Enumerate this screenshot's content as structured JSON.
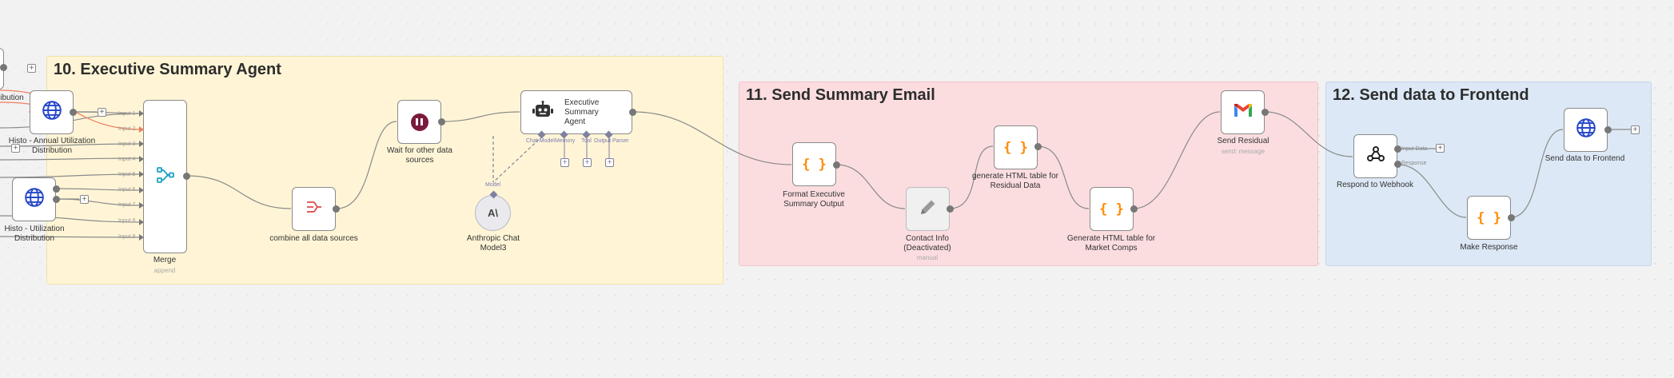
{
  "colors": {
    "sticky_yellow": "#fff5d6",
    "sticky_red": "#fbdde0",
    "sticky_blue": "#dce8f5",
    "wire": "#8a8a8a",
    "wire_red": "#ee7d5f",
    "port": "#777777",
    "code_orange": "#ff8a00",
    "wait_maroon": "#7a1a3c",
    "merge_cyan": "#1aa2c4",
    "http_blue": "#2647c9"
  },
  "stickies": {
    "exec": "10. Executive Summary Agent",
    "email": "11. Send Summary Email",
    "frontend": "12. Send data to Frontend"
  },
  "nodes": {
    "partial_top": "ibution",
    "annual_util": "Histo - Annual Utilization Distribution",
    "util": "Histo - Utilization Distribution",
    "merge": "Merge",
    "merge_sub": "append",
    "merge_inputs": [
      "Input 1",
      "Input 2",
      "Input 3",
      "Input 4",
      "Input 5",
      "Input 6",
      "Input 7",
      "Input 8",
      "Input 9"
    ],
    "combine": "combine all data sources",
    "wait": "Wait for other data sources",
    "agent": "Executive Summary Agent",
    "agent_ports": {
      "chat_model": "Chat Model",
      "memory": "Memory",
      "tool": "Tool",
      "parser": "Output Parser"
    },
    "model_label": "Model",
    "anthropic": "Anthropic Chat Model3",
    "anthropic_glyph": "A\\",
    "format": "Format Executive Summary Output",
    "contact": "Contact Info (Deactivated)",
    "contact_sub": "manual",
    "gen_residual": "generate HTML table for Residual Data",
    "gen_market": "Generate HTML table for Market Comps",
    "send_residual": "Send Residual",
    "send_residual_sub": "send: message",
    "respond": "Respond to Webhook",
    "respond_ports": {
      "input_data": "Input Data",
      "response": "Response"
    },
    "make_response": "Make Response",
    "send_frontend": "Send data to Frontend"
  },
  "icons": {
    "http": "globe-icon",
    "merge": "merge-icon",
    "combine": "aggregate-icon",
    "wait": "pause-icon",
    "agent": "robot-icon",
    "code": "braces-icon",
    "edit": "pencil-icon",
    "gmail": "gmail-icon",
    "webhook": "webhook-icon",
    "anthropic": "anthropic-icon"
  },
  "symbols": {
    "plus": "+",
    "brace": "{ }"
  }
}
